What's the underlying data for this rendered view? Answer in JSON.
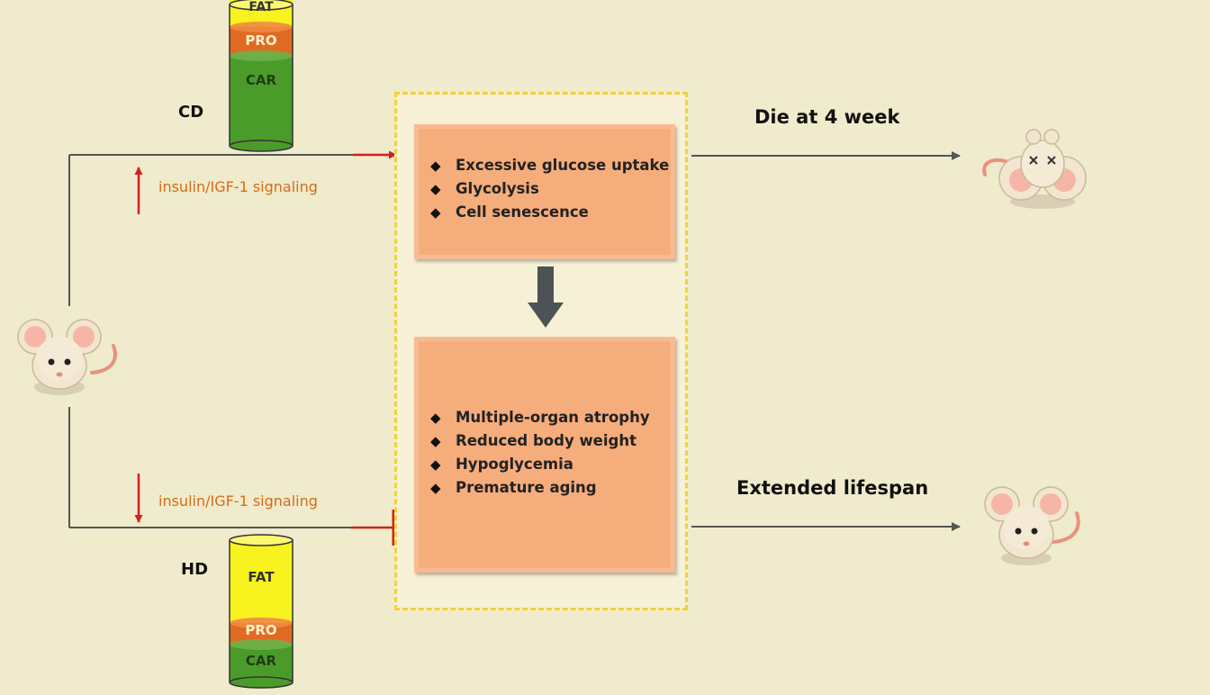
{
  "diets": {
    "cd": {
      "label": "CD",
      "layers": {
        "fat": "FAT",
        "pro": "PRO",
        "car": "CAR"
      },
      "colors": {
        "fat": "#f8f21f",
        "pro": "#e06a22",
        "car": "#4b9b2a"
      }
    },
    "hd": {
      "label": "HD",
      "layers": {
        "fat": "FAT",
        "pro": "PRO",
        "car": "CAR"
      },
      "colors": {
        "fat": "#f8f21f",
        "pro": "#e06a22",
        "car": "#4b9b2a"
      }
    }
  },
  "signaling": {
    "upper": "insulin/IGF-1 signaling",
    "lower": "insulin/IGF-1 signaling"
  },
  "effects": {
    "upper": [
      "Excessive glucose uptake",
      "Glycolysis",
      "Cell senescence"
    ],
    "lower": [
      "Multiple-organ atrophy",
      "Reduced body weight",
      "Hypoglycemia",
      "Premature aging"
    ]
  },
  "bullet_symbol": "◆",
  "outcomes": {
    "upper": "Die at 4 week",
    "lower": "Extended lifespan"
  },
  "colors": {
    "background": "#efebcc",
    "box_fill": "#f6ad7c",
    "frame_border": "#f0d23a",
    "line": "#555555",
    "signal_arrow": "#d62020",
    "signal_text": "#d96a1a"
  }
}
